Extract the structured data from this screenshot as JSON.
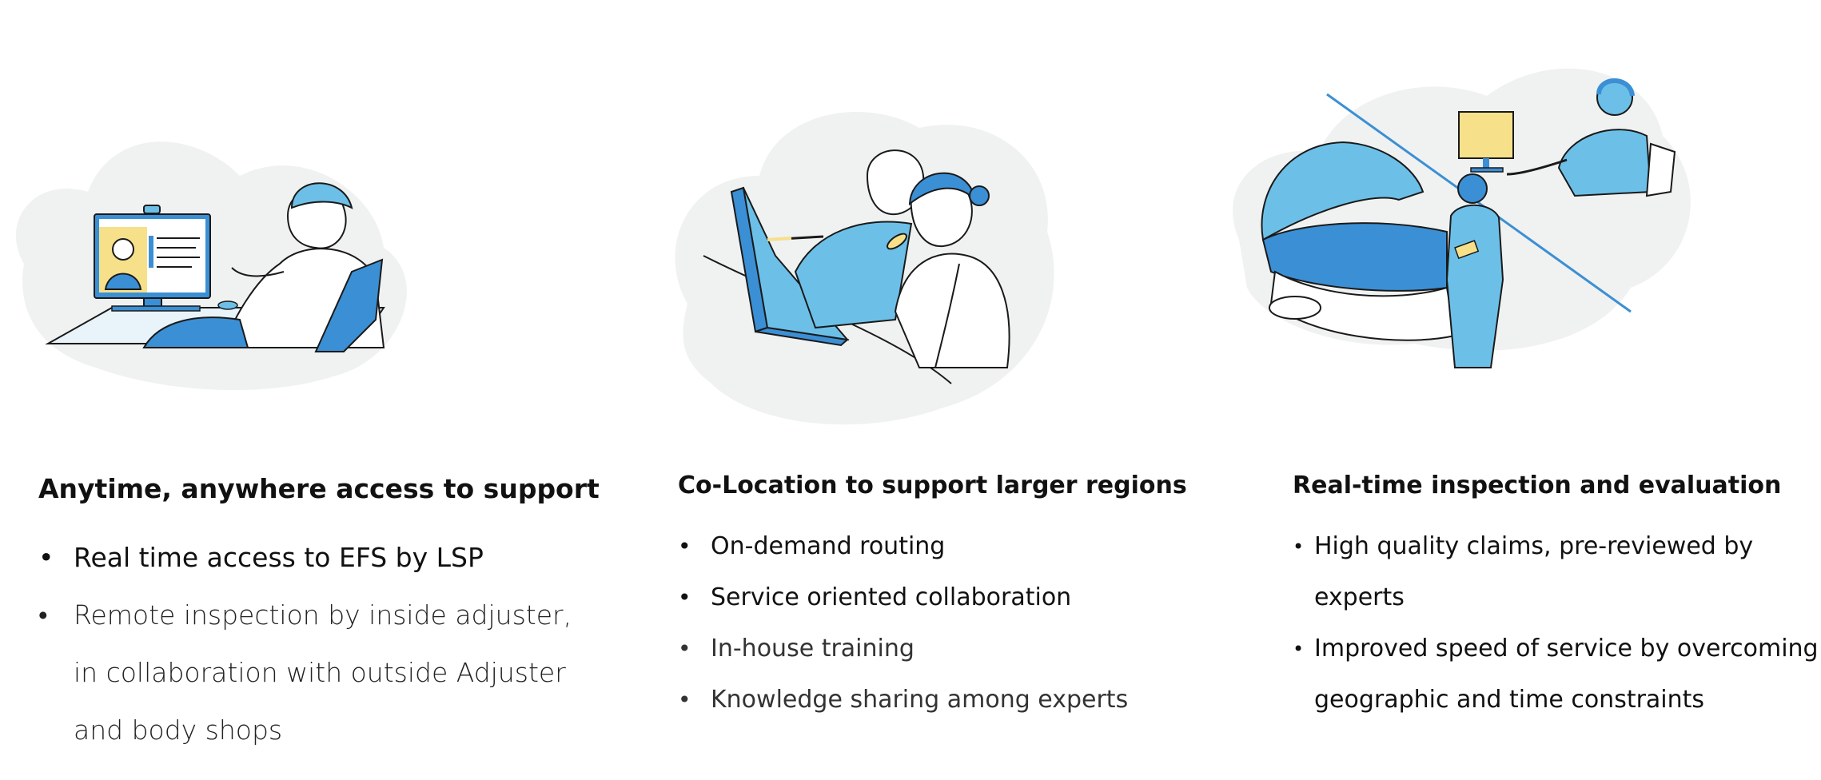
{
  "sections": [
    {
      "heading": "Anytime, anywhere access to support",
      "bullets": [
        {
          "lines": [
            "Real time access to EFS by LSP"
          ]
        },
        {
          "lines": [
            "Remote inspection by inside adjuster,",
            "in collaboration with outside Adjuster",
            "and body shops"
          ]
        }
      ]
    },
    {
      "heading": "Co-Location to support larger regions",
      "bullets": [
        {
          "lines": [
            "On-demand routing"
          ]
        },
        {
          "lines": [
            "Service oriented collaboration"
          ]
        },
        {
          "lines": [
            "In-house training"
          ]
        },
        {
          "lines": [
            "Knowledge sharing among experts"
          ]
        }
      ]
    },
    {
      "heading": "Real-time inspection and evaluation",
      "bullets": [
        {
          "lines": [
            "High quality claims, pre-reviewed by",
            "experts"
          ]
        },
        {
          "lines": [
            "Improved speed of service by overcoming",
            "geographic and time constraints"
          ]
        }
      ]
    }
  ],
  "bullet_glyph": "•",
  "colors": {
    "primary_blue": "#3b8fd4",
    "light_blue": "#6cc0e8",
    "pale_blue": "#e8f3fa",
    "blob_gray": "#f0f1f1",
    "monitor_yellow": "#f7e08a",
    "ink": "#1a1a1a"
  },
  "icons": {
    "illustration_1": "remote-video-call-illustration",
    "illustration_2": "colleagues-at-laptop-illustration",
    "illustration_3": "mechanic-and-remote-expert-illustration"
  }
}
